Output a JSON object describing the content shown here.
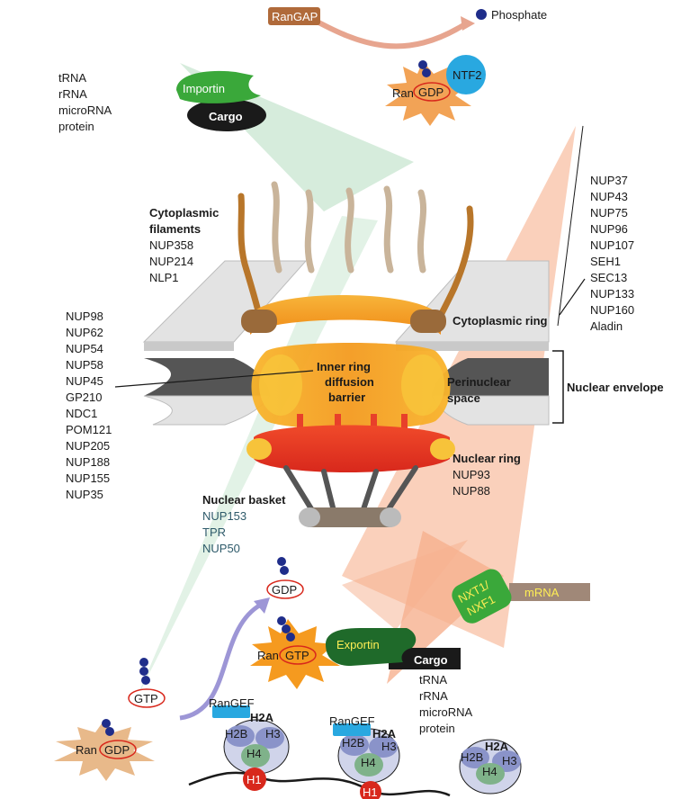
{
  "top": {
    "rangap": "RanGAP",
    "phosphate": "Phosphate",
    "ntf2": "NTF2",
    "ran_gdp_ran": "Ran",
    "ran_gdp_gdp": "GDP"
  },
  "import_cargo": {
    "list": [
      "tRNA",
      "rRNA",
      "microRNA",
      "protein"
    ],
    "importin": "Importin",
    "cargo": "Cargo"
  },
  "pore": {
    "cyto_filaments_title": [
      "Cytoplasmic",
      "filaments"
    ],
    "cyto_filaments_nups": [
      "NUP358",
      "NUP214",
      "NLP1"
    ],
    "cyto_ring_nups": [
      "NUP37",
      "NUP43",
      "NUP75",
      "NUP96",
      "NUP107",
      "SEH1",
      "SEC13",
      "NUP133",
      "NUP160",
      "Aladin"
    ],
    "cyto_ring_label": "Cytoplasmic ring",
    "inner_ring_nups": [
      "NUP98",
      "NUP62",
      "NUP54",
      "NUP58",
      "NUP45",
      "GP210",
      "NDC1",
      "POM121",
      "NUP205",
      "NUP188",
      "NUP155",
      "NUP35"
    ],
    "inner_ring_label": [
      "Inner ring",
      "diffusion",
      "barrier"
    ],
    "perinuclear": [
      "Perinuclear",
      "space"
    ],
    "nuclear_envelope": "Nuclear envelope",
    "nuclear_ring_label": "Nuclear ring",
    "nuclear_ring_nups": [
      "NUP93",
      "NUP88"
    ],
    "basket_label": "Nuclear basket",
    "basket_nups": [
      "NUP153",
      "TPR",
      "NUP50"
    ]
  },
  "nucleus": {
    "gdp": "GDP",
    "gtp": "GTP",
    "ran_gtp_ran": "Ran",
    "ran_gtp_gtp": "GTP",
    "ran_gdp_ran": "Ran",
    "ran_gdp_gdp": "GDP",
    "exportin": "Exportin",
    "cargo": "Cargo",
    "export_list": [
      "tRNA",
      "rRNA",
      "microRNA",
      "protein"
    ],
    "nxt": [
      "NXT1/",
      "NXF1"
    ],
    "mrna": "mRNA",
    "rangef": "RanGEF",
    "histones": {
      "h2a": "H2A",
      "h2b": "H2B",
      "h3": "H3",
      "h4": "H4",
      "h1": "H1"
    }
  },
  "colors": {
    "import_arrow": "#cfe9d6",
    "export_arrow": "#f6b08e",
    "ran_star": "#f2a356",
    "ntf2": "#29a8e0",
    "importin": "#3aa83a",
    "exportin": "#1f6a2a",
    "nxt": "#3aa83a",
    "mrna": "#a08878",
    "ring_orange": "#f59a1f",
    "nuclear_ring": "#e8402a",
    "envelope": "#d9d9d9",
    "phosphate": "#1f2d8a"
  }
}
